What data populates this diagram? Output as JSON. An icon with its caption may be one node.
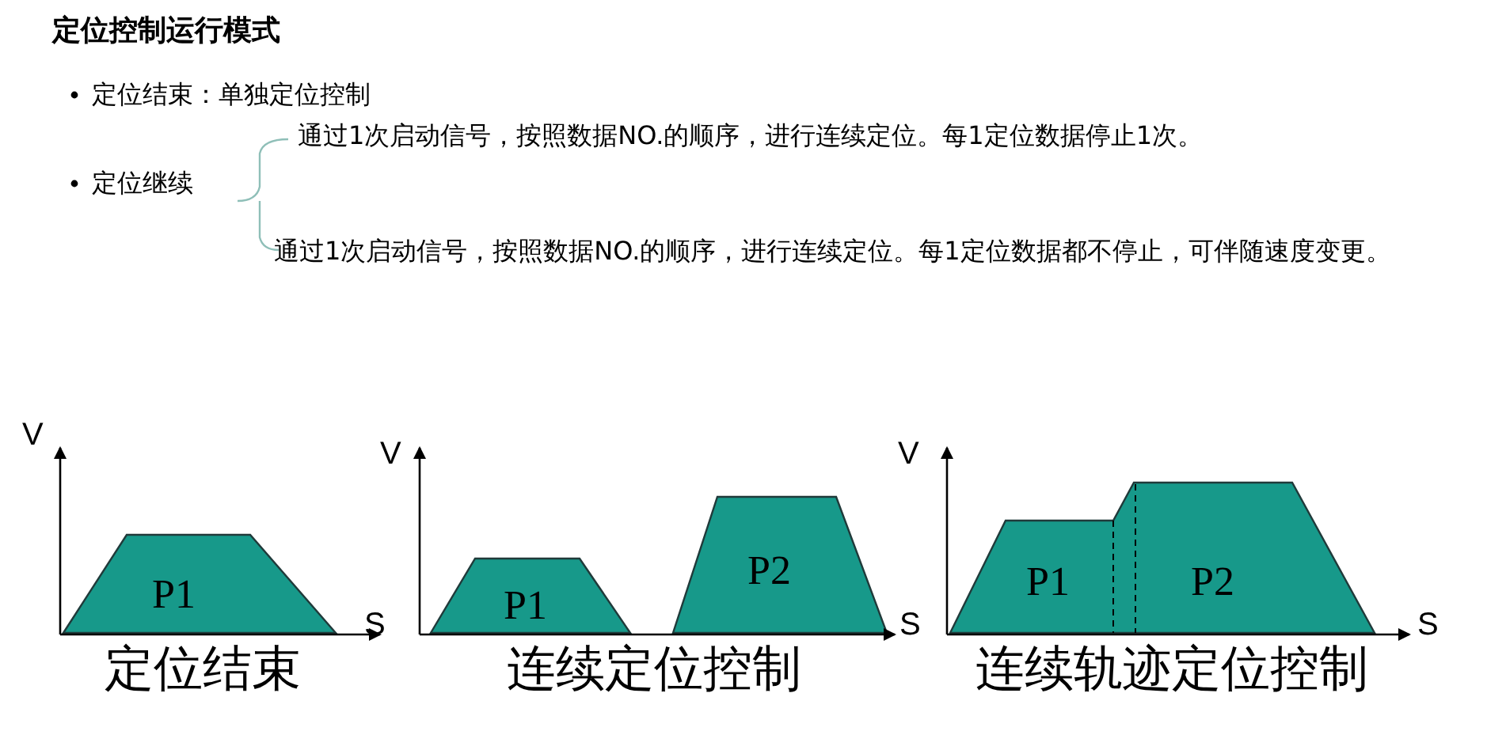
{
  "diagram": {
    "title": "定位控制运行模式",
    "labels": [
      "定位结束：单独定位控制",
      "通过1次启动信号，按照数据NO.的顺序，进行连续定位。每1定位数据停止1次。",
      "定位继续",
      "通过1次启动信号，按照数据NO.的顺序，进行连续定位。每1定位数据都不停止，可伴随速度变更。",
      "V",
      "V",
      "V",
      "P2",
      "P1",
      "P1",
      "P1",
      "P2",
      "S",
      "S",
      "S",
      "定位结束",
      "连续定位控制",
      "连续轨迹定位控制"
    ]
  }
}
